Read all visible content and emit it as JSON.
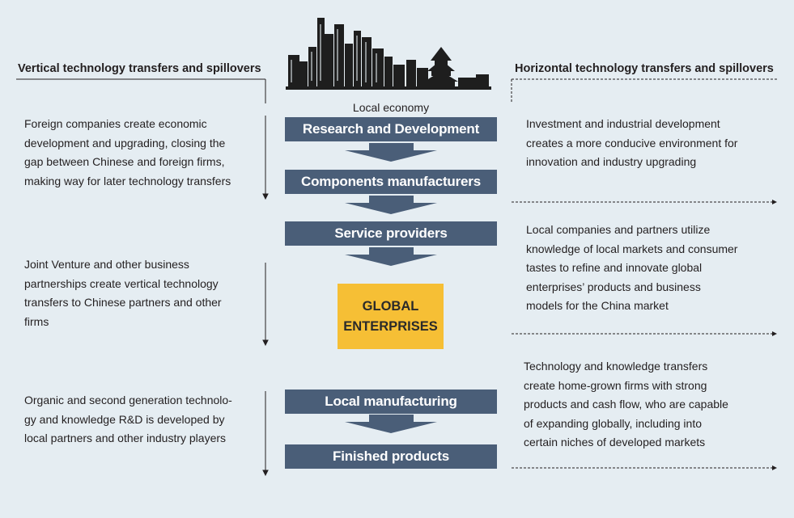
{
  "headers": {
    "left": "Vertical technology transfers and spillovers",
    "right": "Horizontal technology transfers and spillovers"
  },
  "center": {
    "caption": "Local economy",
    "boxes": [
      "Research and Development",
      "Components manufacturers",
      "Service providers"
    ],
    "global_line1": "GLOBAL",
    "global_line2": "ENTERPRISES",
    "lower_boxes": [
      "Local manufacturing",
      "Finished products"
    ]
  },
  "left_texts": [
    [
      "Foreign companies create economic",
      "development and upgrading, closing the",
      "gap between Chinese and foreign firms,",
      "making way for later technology transfers"
    ],
    [
      "Joint Venture and other business",
      "partnerships create vertical technology",
      "transfers to Chinese partners and other",
      "firms"
    ],
    [
      "Organic and second generation technolo-",
      "gy and knowledge R&D is developed by",
      "local partners and other industry players"
    ]
  ],
  "right_texts": [
    [
      "Investment and industrial development",
      "creates a more conducive environment for",
      "innovation and industry upgrading"
    ],
    [
      "Local companies and partners utilize",
      "knowledge of local markets and consumer",
      "tastes to refine and innovate global",
      "enterprises’ products and business",
      "models for the China market"
    ],
    [
      "Technology and knowledge transfers",
      "create home-grown firms with strong",
      "products and cash flow, who are  capable",
      "of expanding globally, including into",
      "certain niches of developed markets"
    ]
  ],
  "colors": {
    "background": "#e5edf2",
    "box": "#4a5e78",
    "arrow": "#4a5e78",
    "global": "#f6bf35",
    "skyline": "#1e1e1e"
  },
  "icons": [
    "city-skyline-icon",
    "down-arrow-icon",
    "dashed-right-arrow-icon"
  ]
}
